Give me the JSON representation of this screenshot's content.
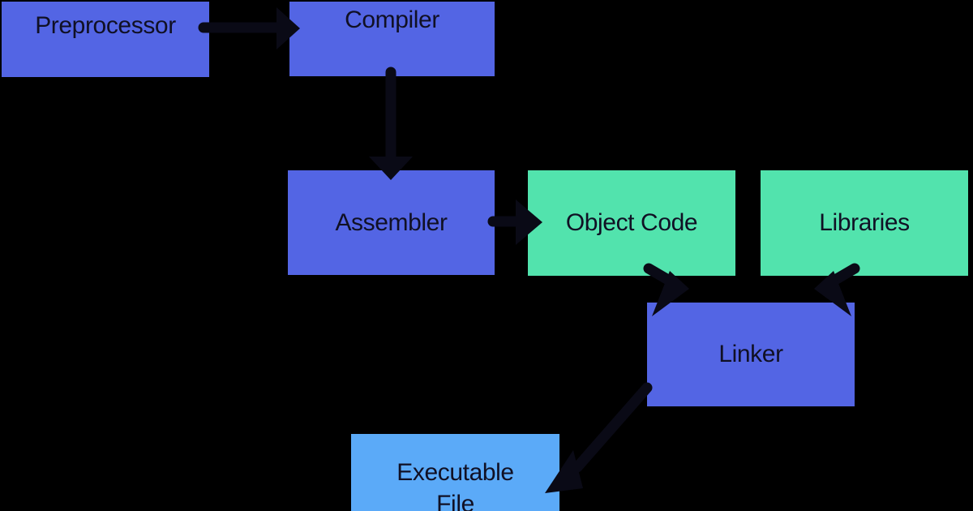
{
  "diagram": {
    "description": "Compilation process flowchart",
    "background": "#000000"
  },
  "colors": {
    "primary_blue": "#5365E4",
    "mint_green": "#52E3AD",
    "sky_blue": "#5BAAF8",
    "arrow_color": "#0A0A16",
    "text_color": "#101024"
  },
  "nodes": [
    {
      "id": "preprocessor",
      "label": "Preprocessor",
      "color": "#5365E4"
    },
    {
      "id": "compiler",
      "label": "Compiler",
      "color": "#5365E4"
    },
    {
      "id": "assembler",
      "label": "Assembler",
      "color": "#5365E4"
    },
    {
      "id": "object_code",
      "label": "Object Code",
      "color": "#52E3AD"
    },
    {
      "id": "libraries",
      "label": "Libraries",
      "color": "#52E3AD"
    },
    {
      "id": "linker",
      "label": "Linker",
      "color": "#5365E4"
    },
    {
      "id": "executable_file",
      "label": "Executable File",
      "line1": "Executable",
      "line2": "File",
      "color": "#5BAAF8"
    }
  ],
  "edges": [
    {
      "from": "preprocessor",
      "to": "compiler"
    },
    {
      "from": "compiler",
      "to": "assembler"
    },
    {
      "from": "assembler",
      "to": "object_code"
    },
    {
      "from": "object_code",
      "to": "linker"
    },
    {
      "from": "libraries",
      "to": "linker"
    },
    {
      "from": "linker",
      "to": "executable_file"
    }
  ]
}
